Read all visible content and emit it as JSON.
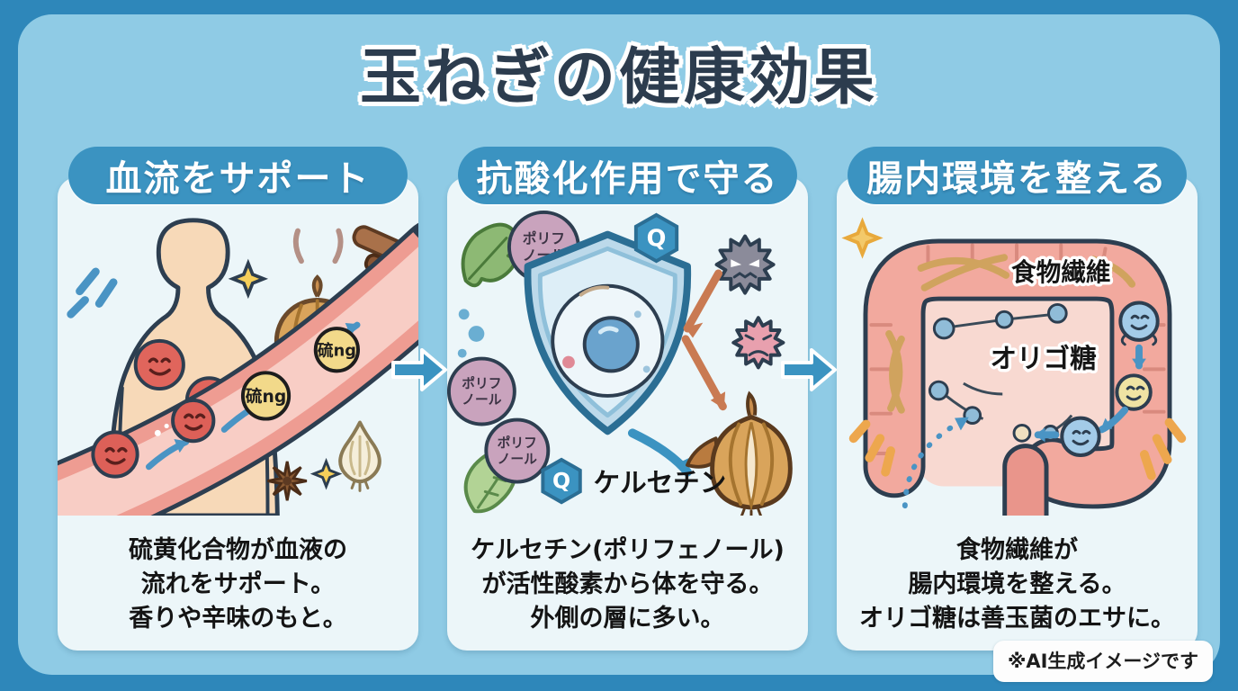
{
  "page": {
    "title": "玉ねぎの健康効果",
    "footnote": "※AI生成イメージです"
  },
  "panels": [
    {
      "header": "血流をサポート",
      "lines": [
        "硫黄化合物が血液の",
        "流れをサポート。",
        "香りや辛味のもと。"
      ]
    },
    {
      "header": "抗酸化作用で守る",
      "lines": [
        "ケルセチン(ポリフェノール)",
        "が活性酸素から体を守る。",
        "外側の層に多い。"
      ]
    },
    {
      "header": "腸内環境を整える",
      "lines": [
        "食物繊維が",
        "腸内環境を整える。",
        "オリゴ糖は善玉菌のエサに。"
      ]
    }
  ],
  "labels": {
    "sulfur": "硫ng",
    "poly1": "ポリフ",
    "poly2": "ノール",
    "q": "Q",
    "quercetin": "ケルセチン",
    "fiber": "食物繊維",
    "oligo": "オリゴ糖"
  },
  "colors": {
    "frame": "#2e87ba",
    "card": "#8fcbe5",
    "panel": "#ecf6f9",
    "pill": "#3b93c1",
    "title_text": "#2c3c4e",
    "vessel_pink": "#ee9c92",
    "arrow_blue": "#3b93c1",
    "deflect_orange": "#c97a52"
  }
}
